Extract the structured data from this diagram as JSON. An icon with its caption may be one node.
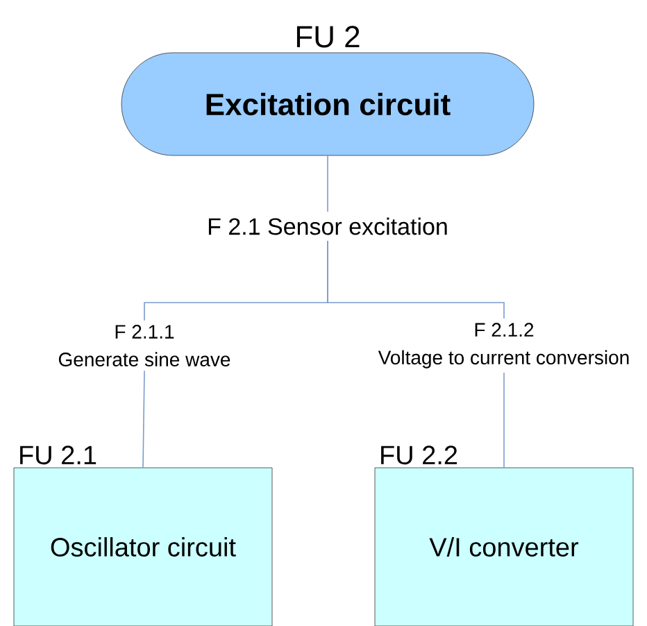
{
  "diagram": {
    "nodes": [
      {
        "text": [
          "FU 2",
          "Excitation circuit"
        ]
      },
      {
        "text": [
          "F 2.1 Sensor excitation"
        ]
      },
      {
        "text": [
          "F 2.1.1",
          "Generate sine wave"
        ]
      },
      {
        "text": [
          "F 2.1.2",
          "Voltage to current conversion"
        ]
      },
      {
        "text": [
          "FU 2.1",
          "Oscillator circuit"
        ]
      },
      {
        "text": [
          "FU 2.2",
          "V/I converter"
        ]
      }
    ],
    "edges": [
      {
        "from": 0,
        "to": 1,
        "arrow": "none"
      },
      {
        "from": 1,
        "to": 2,
        "arrow": "none"
      },
      {
        "from": 1,
        "to": 3,
        "arrow": "none"
      },
      {
        "from": 2,
        "to": 4,
        "arrow": "none"
      },
      {
        "from": 3,
        "to": 5,
        "arrow": "none"
      }
    ]
  }
}
